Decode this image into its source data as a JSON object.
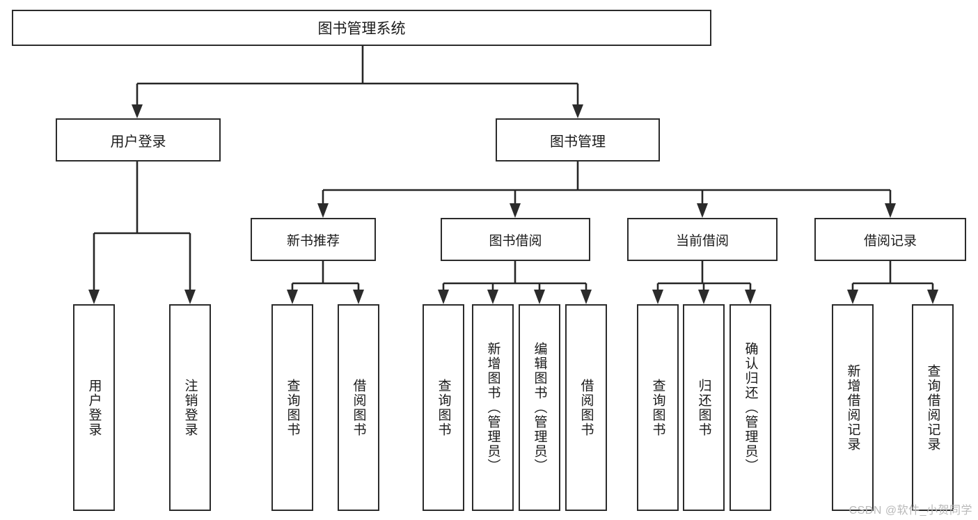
{
  "diagram": {
    "type": "tree-hierarchy",
    "title": "图书管理系统",
    "root": {
      "label": "图书管理系统"
    },
    "level1": [
      {
        "id": "user-login",
        "label": "用户登录"
      },
      {
        "id": "book-management",
        "label": "图书管理"
      }
    ],
    "level2": [
      {
        "id": "new-book-recommend",
        "label": "新书推荐",
        "parent": "book-management"
      },
      {
        "id": "book-borrow",
        "label": "图书借阅",
        "parent": "book-management"
      },
      {
        "id": "current-borrow",
        "label": "当前借阅",
        "parent": "book-management"
      },
      {
        "id": "borrow-record",
        "label": "借阅记录",
        "parent": "book-management"
      }
    ],
    "leaves": {
      "user_login": [
        {
          "id": "leaf-user-login",
          "label": "用户登录"
        },
        {
          "id": "leaf-logout-login",
          "label": "注销登录"
        }
      ],
      "new_book_recommend": [
        {
          "id": "leaf-query-book-1",
          "label": "查询图书"
        },
        {
          "id": "leaf-borrow-book-1",
          "label": "借阅图书"
        }
      ],
      "book_borrow": [
        {
          "id": "leaf-query-book-2",
          "label": "查询图书"
        },
        {
          "id": "leaf-add-book",
          "label": "新增图书（管理员）"
        },
        {
          "id": "leaf-edit-book",
          "label": "编辑图书（管理员）"
        },
        {
          "id": "leaf-borrow-book-2",
          "label": "借阅图书"
        }
      ],
      "current_borrow": [
        {
          "id": "leaf-query-book-3",
          "label": "查询图书"
        },
        {
          "id": "leaf-return-book",
          "label": "归还图书"
        },
        {
          "id": "leaf-confirm-return",
          "label": "确认归还（管理员）"
        }
      ],
      "borrow_record": [
        {
          "id": "leaf-add-record",
          "label": "新增借阅记录"
        },
        {
          "id": "leaf-query-record",
          "label": "查询借阅记录"
        }
      ]
    }
  },
  "watermark": {
    "text": "CSDN @软件_小贺同学"
  },
  "colors": {
    "stroke": "#2b2b2b",
    "text": "#1a1a1a",
    "background": "#ffffff",
    "watermark": "#b9b9b9"
  }
}
